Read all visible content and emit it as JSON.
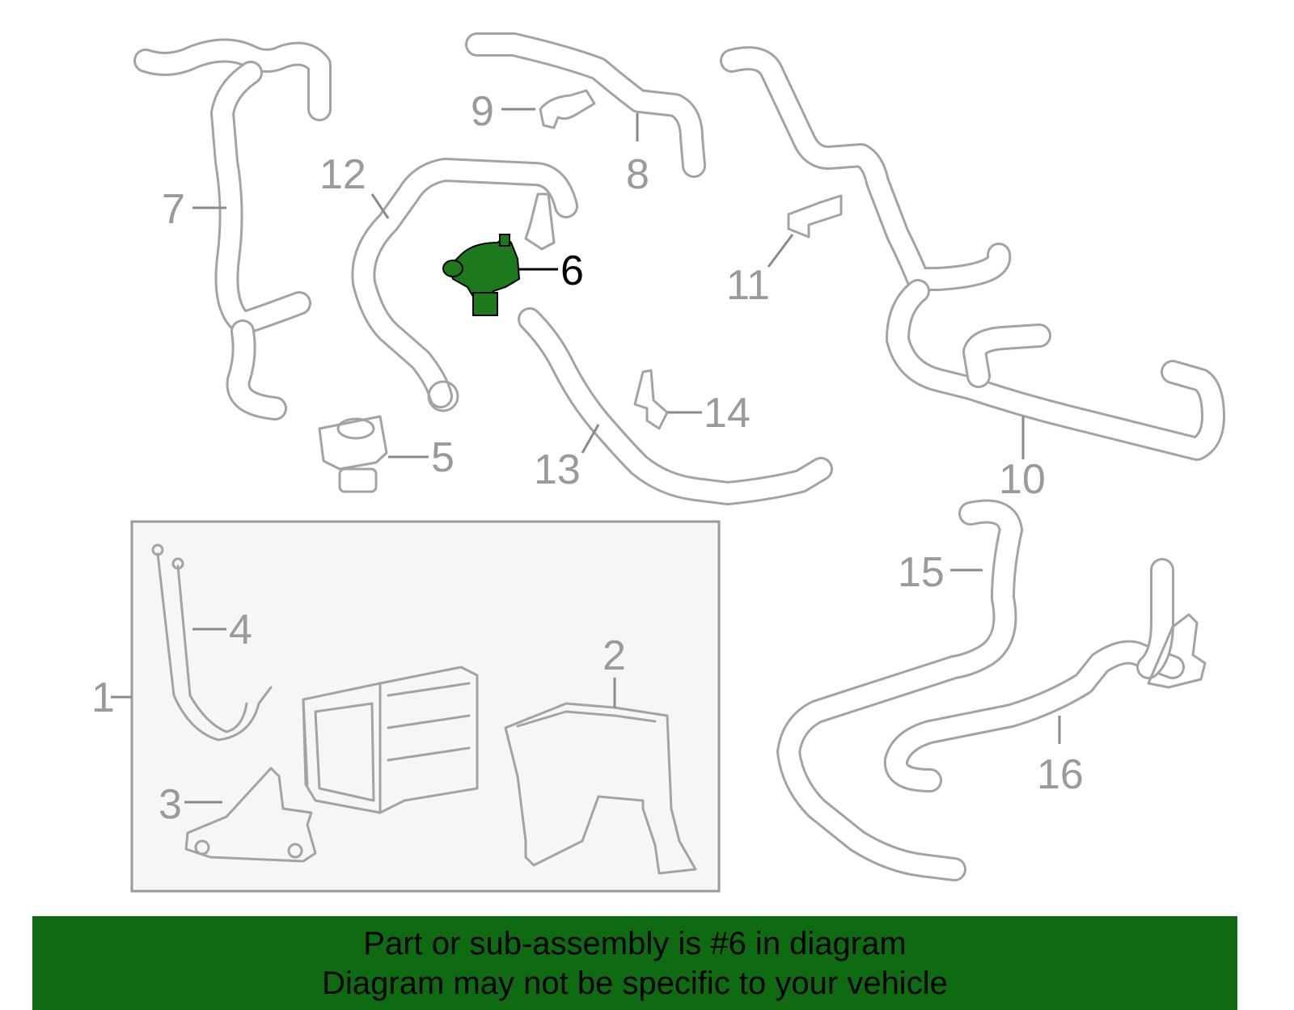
{
  "callouts": [
    {
      "id": "1",
      "label": "1"
    },
    {
      "id": "2",
      "label": "2"
    },
    {
      "id": "3",
      "label": "3"
    },
    {
      "id": "4",
      "label": "4"
    },
    {
      "id": "5",
      "label": "5"
    },
    {
      "id": "6",
      "label": "6",
      "highlighted": true
    },
    {
      "id": "7",
      "label": "7"
    },
    {
      "id": "8",
      "label": "8"
    },
    {
      "id": "9",
      "label": "9"
    },
    {
      "id": "10",
      "label": "10"
    },
    {
      "id": "11",
      "label": "11"
    },
    {
      "id": "12",
      "label": "12"
    },
    {
      "id": "13",
      "label": "13"
    },
    {
      "id": "14",
      "label": "14"
    },
    {
      "id": "15",
      "label": "15"
    },
    {
      "id": "16",
      "label": "16"
    }
  ],
  "banner": {
    "line1": "Part or sub-assembly is #6 in diagram",
    "line2": "Diagram may not be specific to your vehicle"
  },
  "colors": {
    "highlight_part": "#1c7a1c",
    "banner_bg": "#0f6b12",
    "line_art": "#a3a3a3",
    "subassembly_box_bg": "#f6f6f6"
  }
}
